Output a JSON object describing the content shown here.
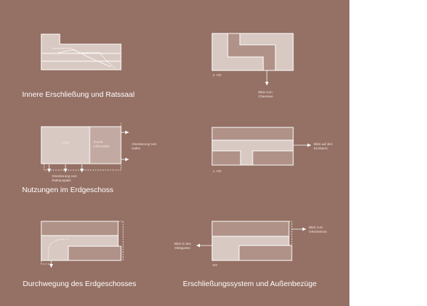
{
  "colors": {
    "background": "#957064",
    "fill_light": "#d9c9c3",
    "fill_mid": "#c2aaa2",
    "fill_dark": "#b09288",
    "line": "#ffffff"
  },
  "captions": {
    "internal_access": "Innere Erschließung und Ratssaal",
    "ground_floor_uses": "Nutzungen im Erdgeschoss",
    "ground_floor_passage": "Durchwegung des Erdgeschosses",
    "access_system": "Erschließungssystem und Außenbezüge"
  },
  "floor_labels": {
    "second_floor": "2. OG",
    "first_floor": "1. OG",
    "ground_floor": "EG"
  },
  "notes": {
    "view_lake": "Blick zum\nChiemsee",
    "annex": "Amts",
    "tourist_info": "Tourist\nInformation",
    "harbour": "Orientierung zum\nHafen",
    "town_hall_square": "Orientierung zum\nRathausplatz",
    "church_tower": "Blick auf den\nKirchturm",
    "town_centre": "Blick zum\nOrtszentrum",
    "orchard": "Blick in den\nObstgarten"
  }
}
